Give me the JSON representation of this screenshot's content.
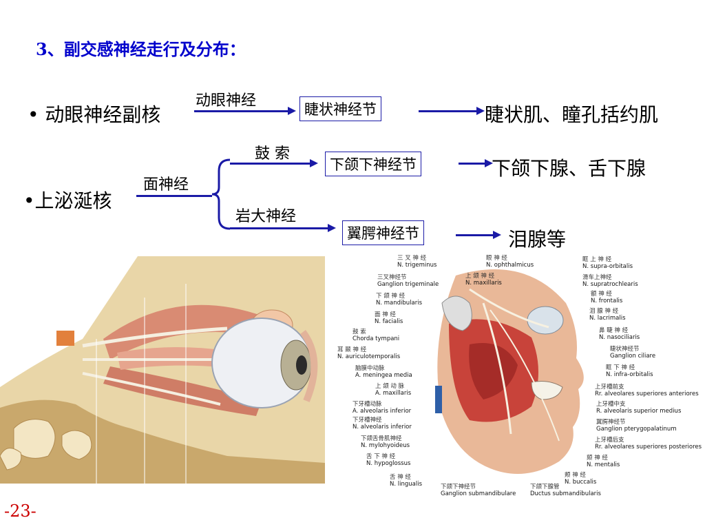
{
  "title": "3、副交感神经走行及分布：",
  "rows": {
    "row1": {
      "nucleus": "• 动眼神经副核",
      "nerve": "动眼神经",
      "ganglion": "睫状神经节",
      "target": "睫状肌、瞳孔括约肌"
    },
    "row2": {
      "nucleus": "•上泌涎核",
      "nerve": "面神经",
      "branch1": {
        "nerve": "鼓 索",
        "ganglion": "下颌下神经节",
        "target": "下颌下腺、舌下腺"
      },
      "branch2": {
        "nerve": "岩大神经",
        "ganglion": "翼腭神经节",
        "target": "泪腺等"
      }
    }
  },
  "figure_right_labels": {
    "left": [
      {
        "cn": "三  叉  神  经",
        "en": "N. trigeminus"
      },
      {
        "cn": "三叉神经节",
        "en": "Ganglion  trigeminale"
      },
      {
        "cn": "下  颌  神  经",
        "en": "N. mandibularis"
      },
      {
        "cn": "面  神  经",
        "en": "N. facialis"
      },
      {
        "cn": "鼓  索",
        "en": "Chorda  tympani"
      },
      {
        "cn": "耳  颞  神  经",
        "en": "N. auriculotemporalis"
      },
      {
        "cn": "脑膜中动脉",
        "en": "A. meningea  media"
      },
      {
        "cn": "上  颌  动  脉",
        "en": "A. maxillaris"
      },
      {
        "cn": "下牙槽动脉",
        "en": "A. alveolaris  inferior"
      },
      {
        "cn": "下牙槽神经",
        "en": "N. alveolaris  inferior"
      },
      {
        "cn": "下颌舌骨肌神经",
        "en": "N. mylohyoideus"
      },
      {
        "cn": "舌  下  神  经",
        "en": "N. hypoglossus"
      },
      {
        "cn": "舌  神  经",
        "en": "N. lingualis"
      }
    ],
    "top": [
      {
        "cn": "眼  神  经",
        "en": "N. ophthalmicus"
      },
      {
        "cn": "上  颌  神  经",
        "en": "N. maxillaris"
      }
    ],
    "right": [
      {
        "cn": "眶  上  神  经",
        "en": "N. supra-orbitalis"
      },
      {
        "cn": "滑车上神经",
        "en": "N. supratrochlearis"
      },
      {
        "cn": "额  神  经",
        "en": "N. frontalis"
      },
      {
        "cn": "泪  腺  神  经",
        "en": "N. lacrimalis"
      },
      {
        "cn": "鼻  睫  神  经",
        "en": "N. nasociliaris"
      },
      {
        "cn": "睫状神经节",
        "en": "Ganglion  ciliare"
      },
      {
        "cn": "眶  下  神  经",
        "en": "N. infra-orbitalis"
      },
      {
        "cn": "上牙槽前支",
        "en": "Rr. alveolares  superiores  anteriores"
      },
      {
        "cn": "上牙槽中支",
        "en": "R. alveolaris  superior  medius"
      },
      {
        "cn": "翼腭神经节",
        "en": "Ganglion  pterygopalatinum"
      },
      {
        "cn": "上牙槽后支",
        "en": "Rr. alveolares  superiores  posteriores"
      },
      {
        "cn": "颏  神  经",
        "en": "N. mentalis"
      },
      {
        "cn": "颊  神  经",
        "en": "N. buccalis"
      }
    ],
    "bottom": [
      {
        "cn": "下颌下神经节",
        "en": "Ganglion  submandibulare"
      },
      {
        "cn": "下颌下腺管",
        "en": "Ductus  submandibularis"
      }
    ]
  },
  "page_number": "-23-",
  "colors": {
    "accent": "#1a1aa6",
    "title": "#0000cc",
    "page_number": "#cc0000"
  }
}
